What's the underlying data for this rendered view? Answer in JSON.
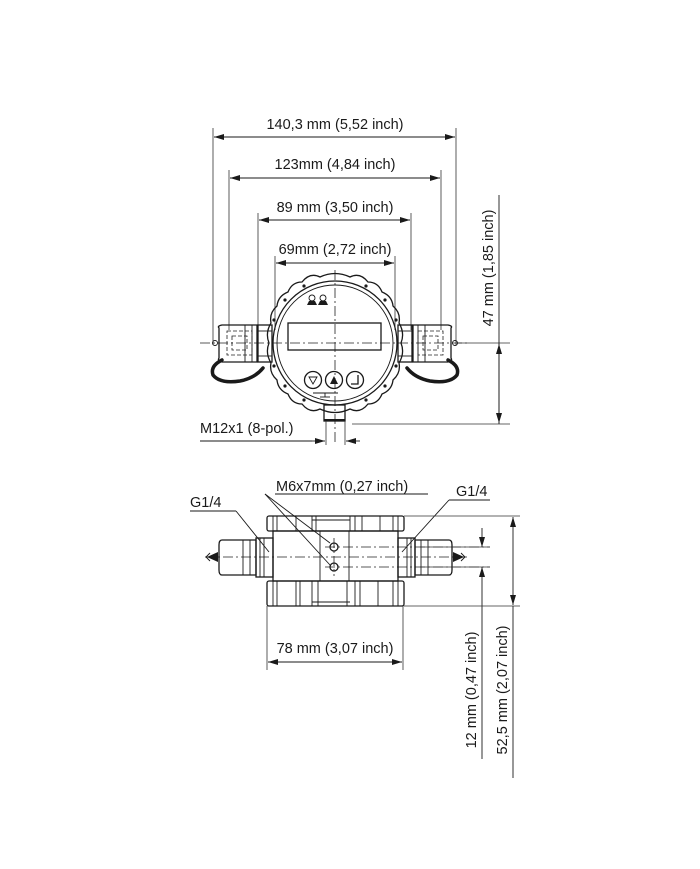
{
  "drawing": {
    "top_view": {
      "dimensions": {
        "overall_width": "140,3 mm (5,52 inch)",
        "width_123": "123mm (4,84 inch)",
        "width_89": "89 mm (3,50 inch)",
        "width_69": "69mm (2,72 inch)",
        "height_47": "47 mm (1,85 inch)"
      },
      "connector_label": "M12x1 (8-pol.)",
      "buttons": [
        "down-arrow",
        "up-arrow",
        "enter"
      ]
    },
    "side_view": {
      "labels": {
        "left_port": "G1/4",
        "right_port": "G1/4",
        "mounting_thread": "M6x7mm (0,27 inch)"
      },
      "dimensions": {
        "width_78": "78 mm (3,07 inch)",
        "height_12": "12 mm (0,47 inch)",
        "height_52_5": "52,5 mm (2,07 inch)"
      }
    }
  }
}
